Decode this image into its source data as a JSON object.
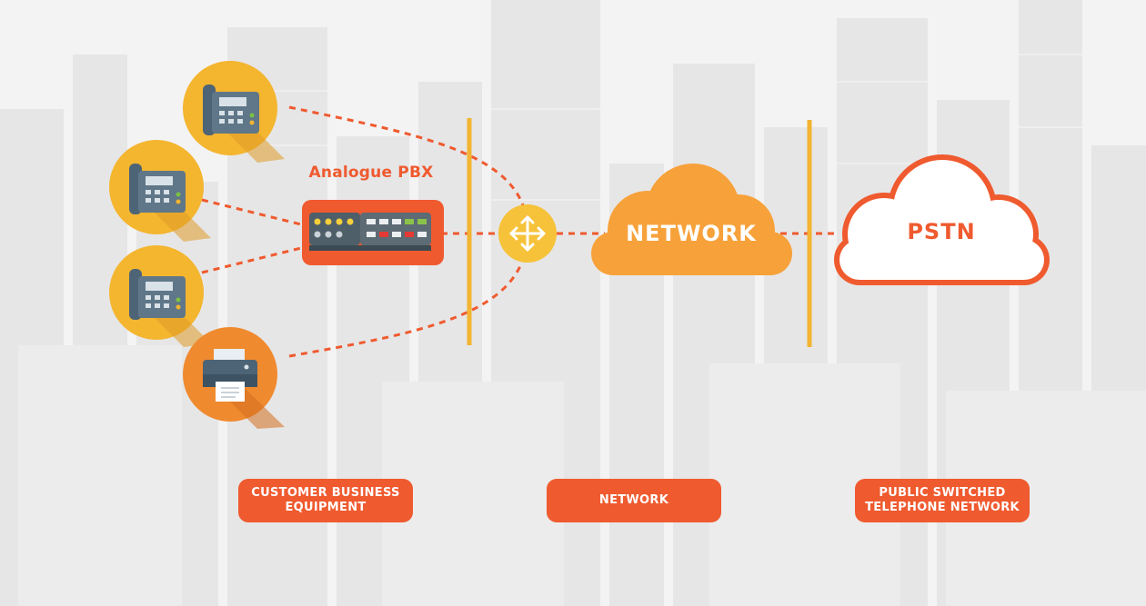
{
  "pbx": {
    "title": "Analogue PBX"
  },
  "network_cloud": {
    "label": "NETWORK"
  },
  "pstn_cloud": {
    "label": "PSTN"
  },
  "section_labels": {
    "customer": "CUSTOMER BUSINESS\nEQUIPMENT",
    "network": "NETWORK",
    "pstn": "PUBLIC SWITCHED\nTELEPHONE NETWORK"
  },
  "devices": [
    {
      "icon": "desk-phone-icon"
    },
    {
      "icon": "desk-phone-icon"
    },
    {
      "icon": "desk-phone-icon"
    },
    {
      "icon": "printer-fax-icon"
    }
  ],
  "colors": {
    "accent_orange": "#ef5a2f",
    "cloud_orange": "#f7a13a",
    "circle_yellow": "#f4b52f",
    "circle_orange": "#f08a2f",
    "divider_yellow": "#f2b431",
    "phone_slate": "#4d6476"
  }
}
